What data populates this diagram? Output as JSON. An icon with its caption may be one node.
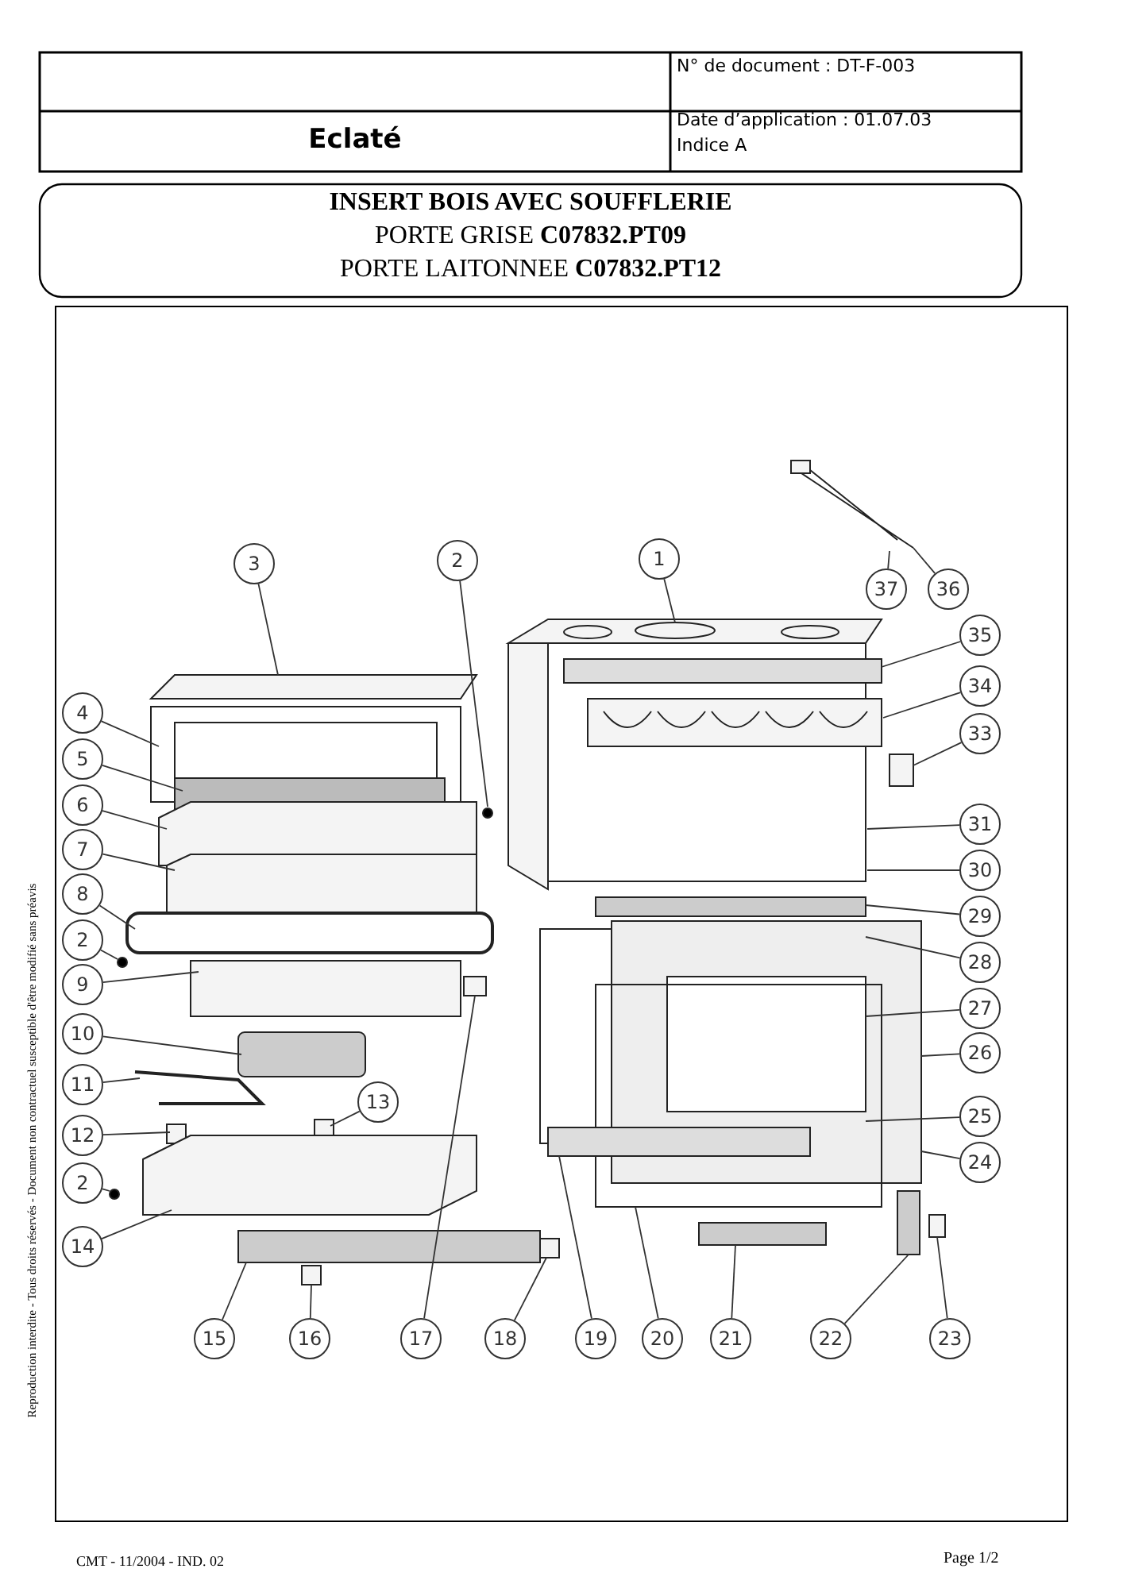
{
  "diagram": {
    "title": "INSERT BOIS AVEC SOUFFLERIE",
    "nodes": [
      {
        "text": [
          "3"
        ]
      },
      {
        "text": [
          "2"
        ]
      },
      {
        "text": [
          "1"
        ]
      },
      {
        "text": [
          "37"
        ]
      },
      {
        "text": [
          "36"
        ]
      },
      {
        "text": [
          "35"
        ]
      },
      {
        "text": [
          "4"
        ]
      },
      {
        "text": [
          "34"
        ]
      },
      {
        "text": [
          "33"
        ]
      },
      {
        "text": [
          "5"
        ]
      },
      {
        "text": [
          "6"
        ]
      },
      {
        "text": [
          "31"
        ]
      },
      {
        "text": [
          "30"
        ]
      },
      {
        "text": [
          "7"
        ]
      },
      {
        "text": [
          "29"
        ]
      },
      {
        "text": [
          "8"
        ]
      },
      {
        "text": [
          "2"
        ]
      },
      {
        "text": [
          "28"
        ]
      },
      {
        "text": [
          "9"
        ]
      },
      {
        "text": [
          "10"
        ]
      },
      {
        "text": [
          "27"
        ]
      },
      {
        "text": [
          "26"
        ]
      },
      {
        "text": [
          "11"
        ]
      },
      {
        "text": [
          "25"
        ]
      },
      {
        "text": [
          "12"
        ]
      },
      {
        "text": [
          "13"
        ]
      },
      {
        "text": [
          "2"
        ]
      },
      {
        "text": [
          "24"
        ]
      },
      {
        "text": [
          "14"
        ]
      },
      {
        "text": [
          "15"
        ]
      },
      {
        "text": [
          "16"
        ]
      },
      {
        "text": [
          "17"
        ]
      },
      {
        "text": [
          "18"
        ]
      },
      {
        "text": [
          "19"
        ]
      },
      {
        "text": [
          "20"
        ]
      },
      {
        "text": [
          "21"
        ]
      },
      {
        "text": [
          "22"
        ]
      },
      {
        "text": [
          "23"
        ]
      }
    ],
    "edges": [
      {
        "from": 0,
        "to": null,
        "arrow": "none"
      },
      {
        "from": 1,
        "to": null,
        "arrow": "none"
      },
      {
        "from": 2,
        "to": null,
        "arrow": "none"
      },
      {
        "from": 3,
        "to": null,
        "arrow": "none"
      },
      {
        "from": 4,
        "to": null,
        "arrow": "none"
      },
      {
        "from": 5,
        "to": null,
        "arrow": "none"
      },
      {
        "from": 6,
        "to": null,
        "arrow": "none"
      },
      {
        "from": 7,
        "to": null,
        "arrow": "none"
      },
      {
        "from": 8,
        "to": null,
        "arrow": "none"
      },
      {
        "from": 9,
        "to": null,
        "arrow": "none"
      },
      {
        "from": 10,
        "to": null,
        "arrow": "none"
      },
      {
        "from": 11,
        "to": null,
        "arrow": "none"
      },
      {
        "from": 12,
        "to": null,
        "arrow": "none"
      },
      {
        "from": 13,
        "to": null,
        "arrow": "none"
      },
      {
        "from": 14,
        "to": null,
        "arrow": "none"
      },
      {
        "from": 15,
        "to": null,
        "arrow": "none"
      },
      {
        "from": 16,
        "to": null,
        "arrow": "none"
      },
      {
        "from": 17,
        "to": null,
        "arrow": "none"
      },
      {
        "from": 18,
        "to": null,
        "arrow": "none"
      },
      {
        "from": 19,
        "to": null,
        "arrow": "none"
      },
      {
        "from": 20,
        "to": null,
        "arrow": "none"
      },
      {
        "from": 21,
        "to": null,
        "arrow": "none"
      },
      {
        "from": 22,
        "to": null,
        "arrow": "none"
      },
      {
        "from": 23,
        "to": null,
        "arrow": "none"
      },
      {
        "from": 24,
        "to": null,
        "arrow": "none"
      },
      {
        "from": 25,
        "to": null,
        "arrow": "none"
      },
      {
        "from": 26,
        "to": null,
        "arrow": "none"
      },
      {
        "from": 27,
        "to": null,
        "arrow": "none"
      },
      {
        "from": 28,
        "to": null,
        "arrow": "none"
      },
      {
        "from": 29,
        "to": null,
        "arrow": "none"
      },
      {
        "from": 30,
        "to": null,
        "arrow": "none"
      },
      {
        "from": 31,
        "to": null,
        "arrow": "none"
      },
      {
        "from": 32,
        "to": null,
        "arrow": "none"
      },
      {
        "from": 33,
        "to": null,
        "arrow": "none"
      },
      {
        "from": 34,
        "to": null,
        "arrow": "none"
      },
      {
        "from": 35,
        "to": null,
        "arrow": "none"
      },
      {
        "from": 36,
        "to": null,
        "arrow": "none"
      },
      {
        "from": 37,
        "to": null,
        "arrow": "none"
      }
    ],
    "labels": [
      "N° de document : DT-F-003",
      "Eclaté",
      "Date d’application : 01.07.03",
      "Indice A",
      "PORTE GRISE **C07832.PT09**",
      "PORTE LAITONNEE **C07832.PT12**",
      "Reproduction interdite - Tous droits réservés - Document non contractuel susceptible d'être modifié sans préavis",
      "CMT - 11/2004 - IND. 02",
      "Page 1/2"
    ]
  }
}
